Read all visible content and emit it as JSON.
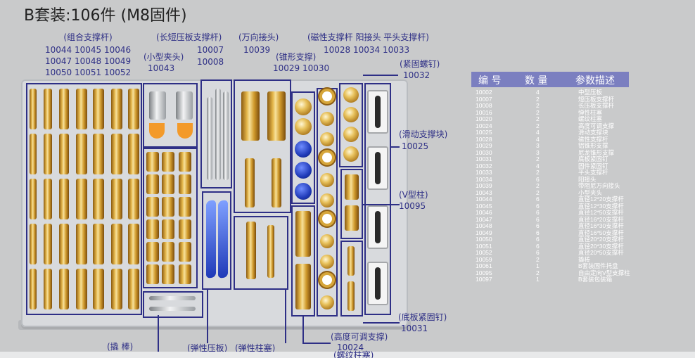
{
  "title": "B套装:106件 (M8固件)",
  "labels": {
    "combo_rods": "(组合支撑杆)",
    "combo_row1": "10044 10045 10046",
    "combo_row2": "10047 10048 10049",
    "combo_row3": "10050 10051 10052",
    "long_short_plate": "(长短压板支撑杆)",
    "lsp_1": "10007",
    "lsp_2": "10008",
    "small_clamp": "(小型夹头)",
    "small_clamp_no": "10043",
    "universal_joint": "(万向接头)",
    "universal_joint_no": "10039",
    "cone_support": "(锥形支撑)",
    "cone_support_no": "10029 10030",
    "magnetic": "(磁性支撑杆 阳接头 平头支撑杆)",
    "magnetic_no": "10028    10034  10033",
    "fastening_screw": "(紧固螺钉)",
    "fastening_screw_no": "10032",
    "sliding_block": "(滑动支撑块)",
    "sliding_block_no": "10025",
    "v_column": "(V型柱)",
    "v_column_no": "10095",
    "base_screw": "(底板紧固钉)",
    "base_screw_no": "10031",
    "adjustable": "(高度可调支撑)",
    "adjustable_no": "10024",
    "threaded_column_partial": "(螺纹柱塞)",
    "pry_bar": "(撬 棒)",
    "elastic_plate": "(弹性压板)",
    "elastic_plunger": "(弹性柱塞)"
  },
  "table": {
    "headers": [
      "编 号",
      "数 量",
      "参数描述"
    ],
    "rows": [
      [
        "10002",
        "4",
        "中型压板"
      ],
      [
        "10007",
        "2",
        "短压板支撑杆"
      ],
      [
        "10008",
        "2",
        "长压板支撑杆"
      ],
      [
        "10016",
        "2",
        "弹性柱塞"
      ],
      [
        "10020",
        "2",
        "螺纹柱塞"
      ],
      [
        "10024",
        "2",
        "高度可调支撑"
      ],
      [
        "10025",
        "4",
        "滑动支撑块"
      ],
      [
        "10028",
        "4",
        "磁性支撑杆"
      ],
      [
        "10029",
        "3",
        "铝锥形支撑"
      ],
      [
        "10030",
        "3",
        "尼龙锥形支撑"
      ],
      [
        "10031",
        "2",
        "底板紧固钉"
      ],
      [
        "10032",
        "4",
        "固件紧固钉"
      ],
      [
        "10033",
        "2",
        "平头支撑杆"
      ],
      [
        "10034",
        "6",
        "阳接头"
      ],
      [
        "10039",
        "2",
        "带阻尼万向接头"
      ],
      [
        "10043",
        "2",
        "小型夹头"
      ],
      [
        "10044",
        "6",
        "直径12*20支撑杆"
      ],
      [
        "10045",
        "6",
        "直径12*30支撑杆"
      ],
      [
        "10046",
        "6",
        "直径12*50支撑杆"
      ],
      [
        "10047",
        "6",
        "直径16*20支撑杆"
      ],
      [
        "10048",
        "6",
        "直径16*30支撑杆"
      ],
      [
        "10049",
        "6",
        "直径16*50支撑杆"
      ],
      [
        "10050",
        "6",
        "直径20*20支撑杆"
      ],
      [
        "10051",
        "6",
        "直径20*30支撑杆"
      ],
      [
        "10052",
        "6",
        "直径20*50支撑杆"
      ],
      [
        "10059",
        "2",
        "撬棒"
      ],
      [
        "10061",
        "1",
        "B套装固件托盘"
      ],
      [
        "10095",
        "2",
        "自由定向V型支撑柱"
      ],
      [
        "10097",
        "1",
        "B套装包装箱"
      ]
    ]
  },
  "colors": {
    "label": "#2e2f86",
    "table_header_bg": "#7b7fc0",
    "background": "#c9cacb",
    "gold": "#e3b54a",
    "blue_cone": "#1f3ab8"
  }
}
